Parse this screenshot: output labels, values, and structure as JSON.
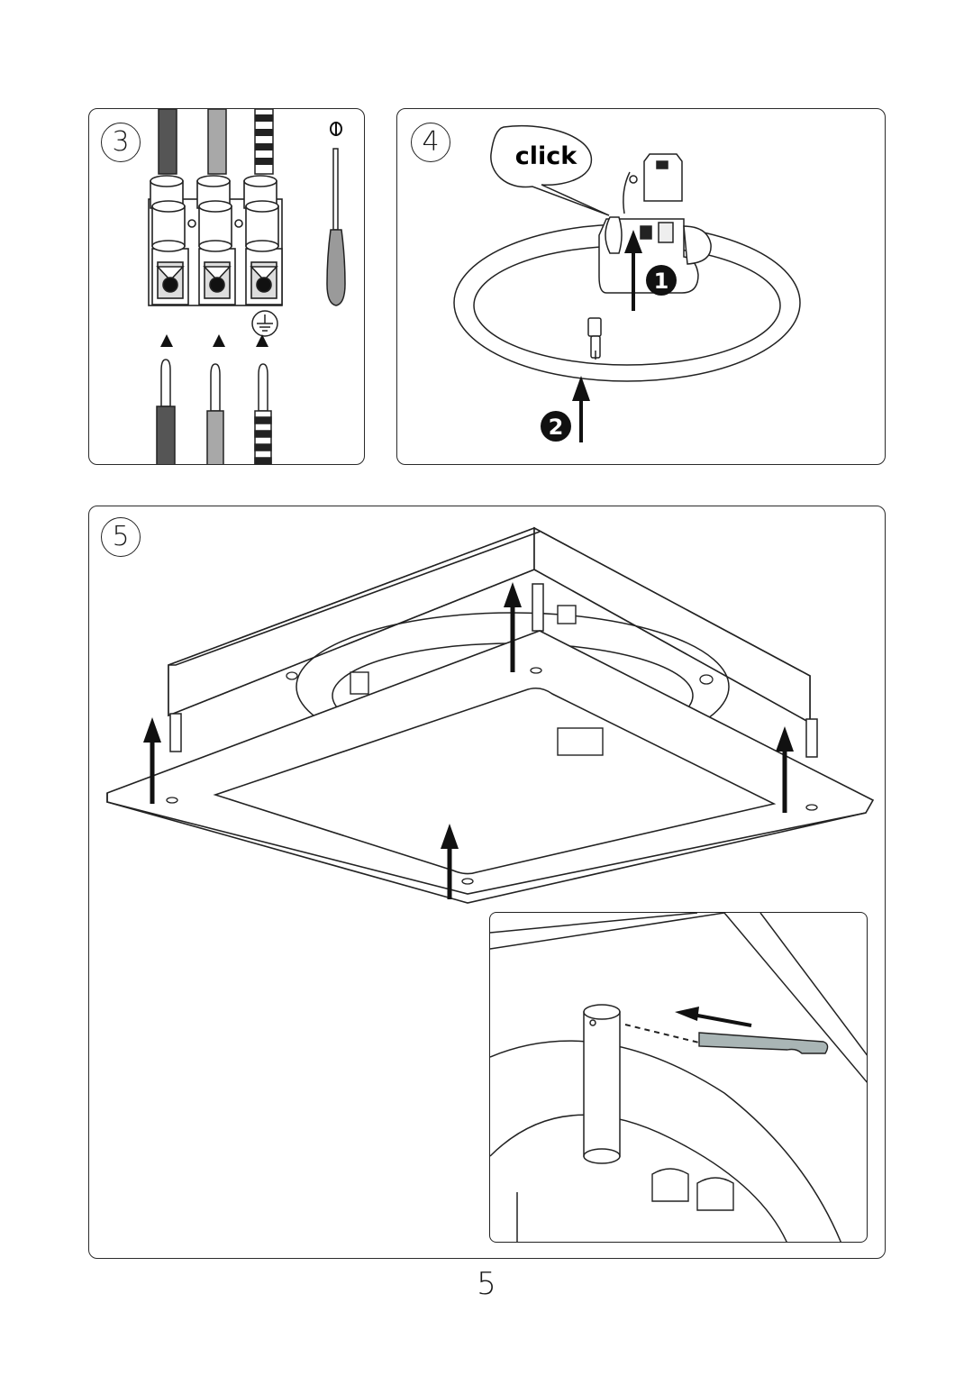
{
  "steps": {
    "step3": {
      "number": "3"
    },
    "step4": {
      "number": "4",
      "click_label": "click",
      "marker_1": "1",
      "marker_2": "2"
    },
    "step5": {
      "number": "5"
    }
  },
  "page": {
    "number": "5"
  },
  "colors": {
    "wire_dark": "#555555",
    "wire_grey": "#9a9a9a",
    "tool_handle": "#9a9a9a",
    "clip_color": "#a9b5b5",
    "line": "#1a1a1a"
  }
}
